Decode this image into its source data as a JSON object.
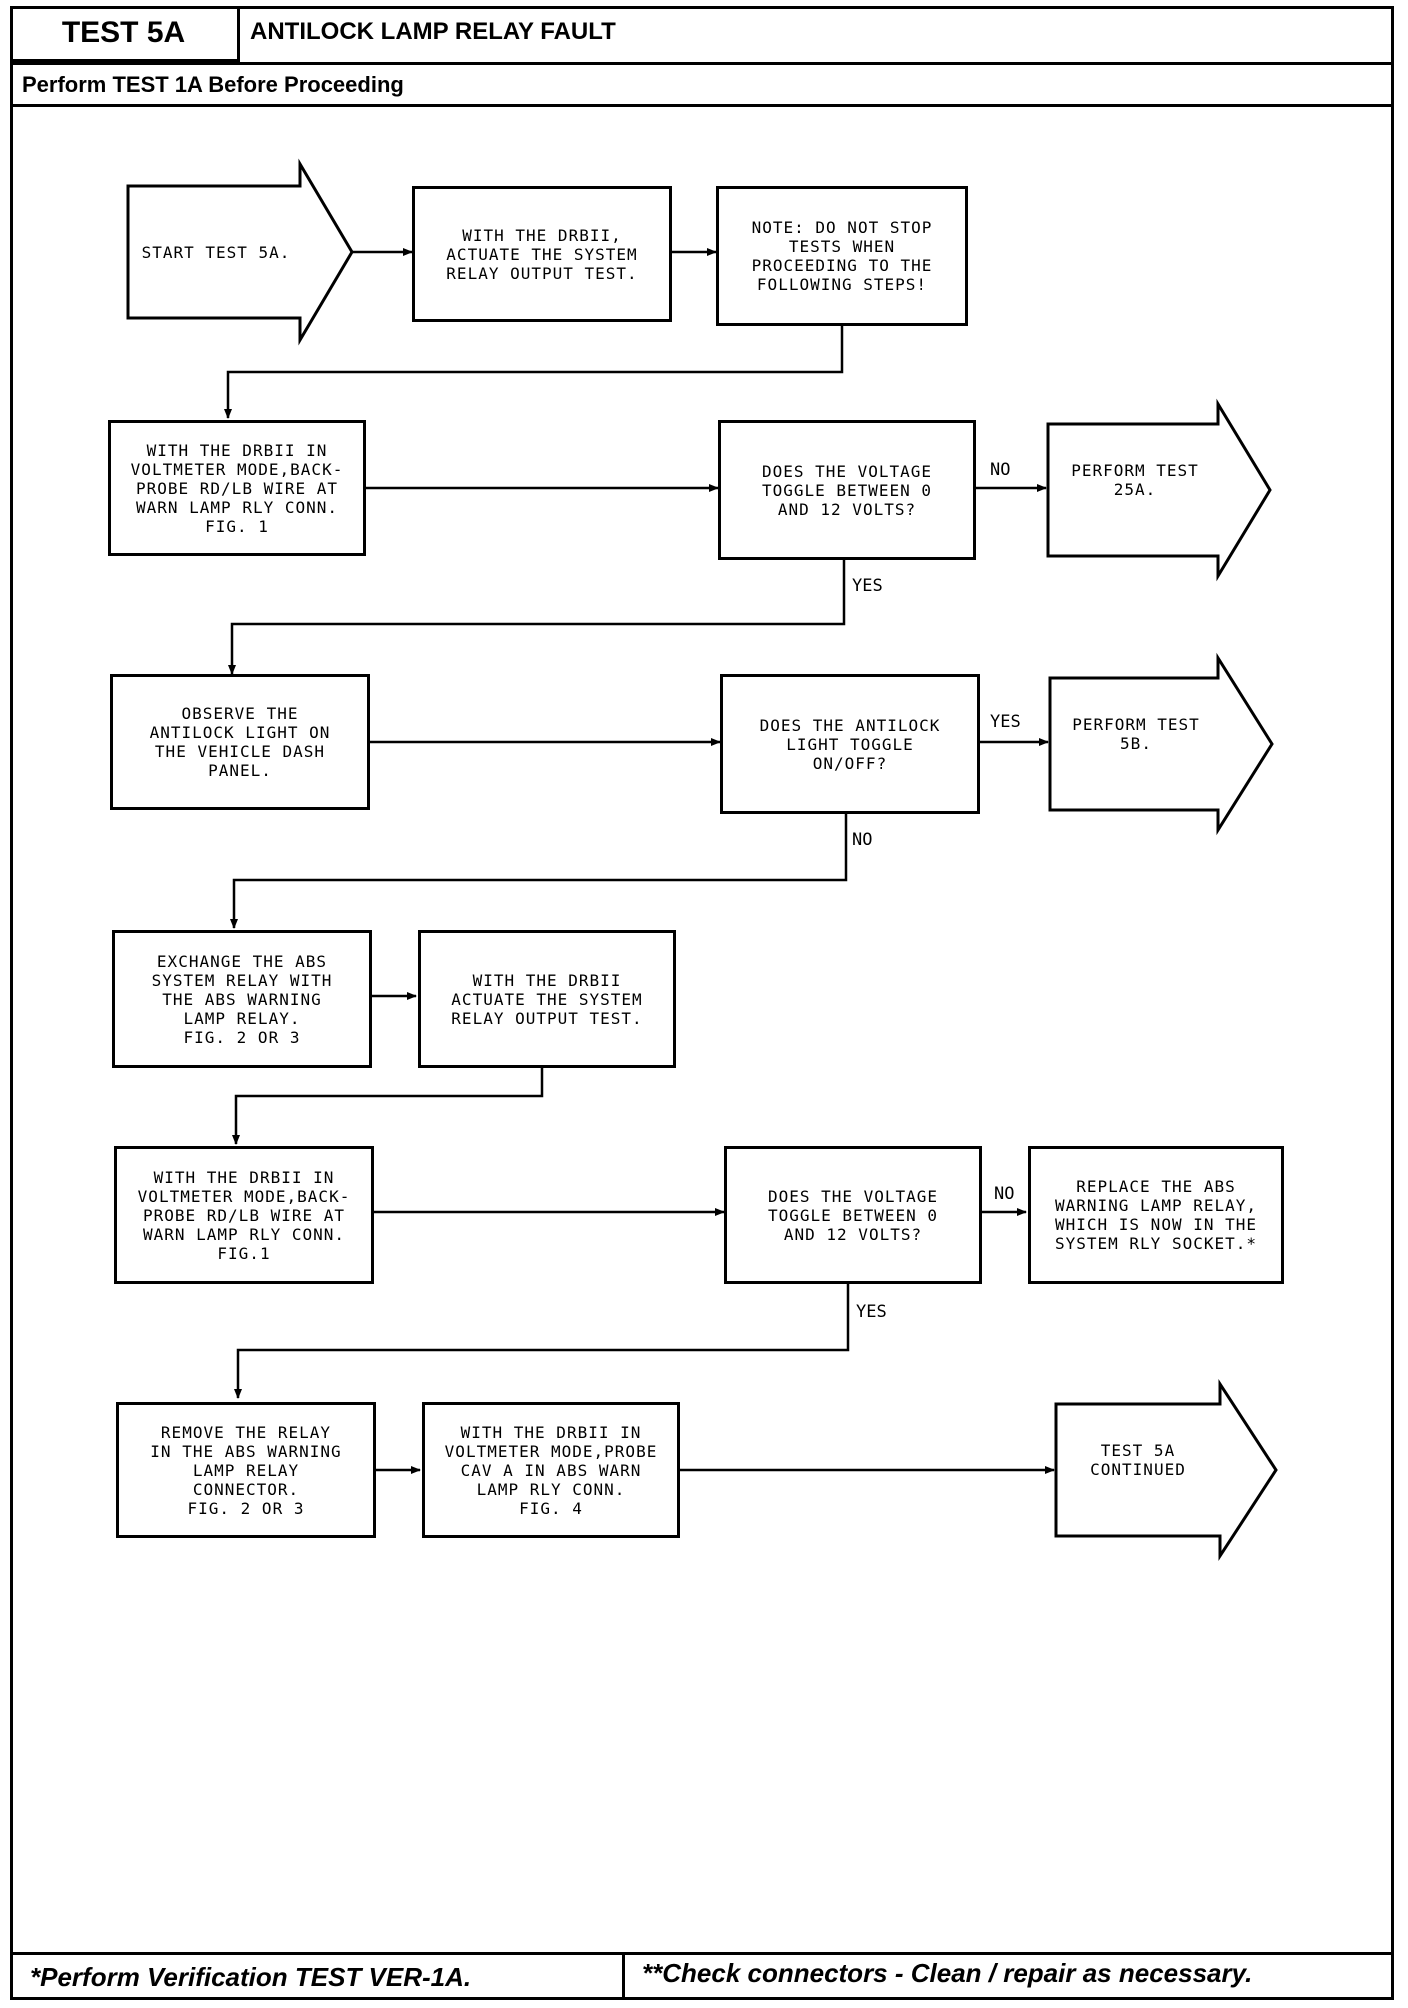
{
  "header": {
    "test_id": "TEST 5A",
    "title": "ANTILOCK LAMP RELAY FAULT",
    "subtitle": "Perform TEST 1A Before Proceeding"
  },
  "footer": {
    "left_note": "*Perform Verification TEST VER-1A.",
    "right_note": "**Check connectors - Clean / repair as necessary."
  },
  "flow": {
    "start": "START TEST 5A.",
    "step_actuate_1": "WITH THE DRBII,\nACTUATE THE SYSTEM\nRELAY OUTPUT TEST.",
    "note": "NOTE: DO NOT STOP\nTESTS WHEN\nPROCEEDING TO THE\nFOLLOWING STEPS!",
    "step_backprobe_1": "WITH THE DRBII IN\nVOLTMETER MODE,BACK-\nPROBE RD/LB WIRE AT\nWARN LAMP RLY CONN.\nFIG. 1",
    "q_voltage_1": "DOES THE VOLTAGE\nTOGGLE BETWEEN 0\nAND 12 VOLTS?",
    "perform_25a": "PERFORM TEST\n25A.",
    "step_observe": "OBSERVE THE\nANTILOCK LIGHT ON\nTHE VEHICLE DASH\nPANEL.",
    "q_light": "DOES THE ANTILOCK\nLIGHT TOGGLE\nON/OFF?",
    "perform_5b": "PERFORM TEST\n5B.",
    "step_exchange": "EXCHANGE THE ABS\nSYSTEM RELAY WITH\nTHE ABS WARNING\nLAMP RELAY.\nFIG. 2 OR 3",
    "step_actuate_2": "WITH THE DRBII\nACTUATE THE SYSTEM\nRELAY OUTPUT TEST.",
    "step_backprobe_2": "WITH THE DRBII IN\nVOLTMETER MODE,BACK-\nPROBE RD/LB WIRE AT\nWARN LAMP RLY CONN.\nFIG.1",
    "q_voltage_2": "DOES THE VOLTAGE\nTOGGLE BETWEEN 0\nAND 12 VOLTS?",
    "replace_relay": "REPLACE THE ABS\nWARNING LAMP RELAY,\nWHICH IS NOW IN THE\nSYSTEM RLY SOCKET.*",
    "step_remove": "REMOVE THE RELAY\nIN THE ABS WARNING\nLAMP RELAY\nCONNECTOR.\nFIG. 2 OR 3",
    "step_probe_cav": "WITH THE DRBII IN\nVOLTMETER MODE,PROBE\nCAV A IN ABS WARN\nLAMP RLY CONN.\nFIG. 4",
    "continued": "TEST 5A\nCONTINUED"
  },
  "labels": {
    "no_1": "NO",
    "yes_1": "YES",
    "yes_2": "YES",
    "no_2": "NO",
    "no_3": "NO",
    "yes_3": "YES"
  }
}
